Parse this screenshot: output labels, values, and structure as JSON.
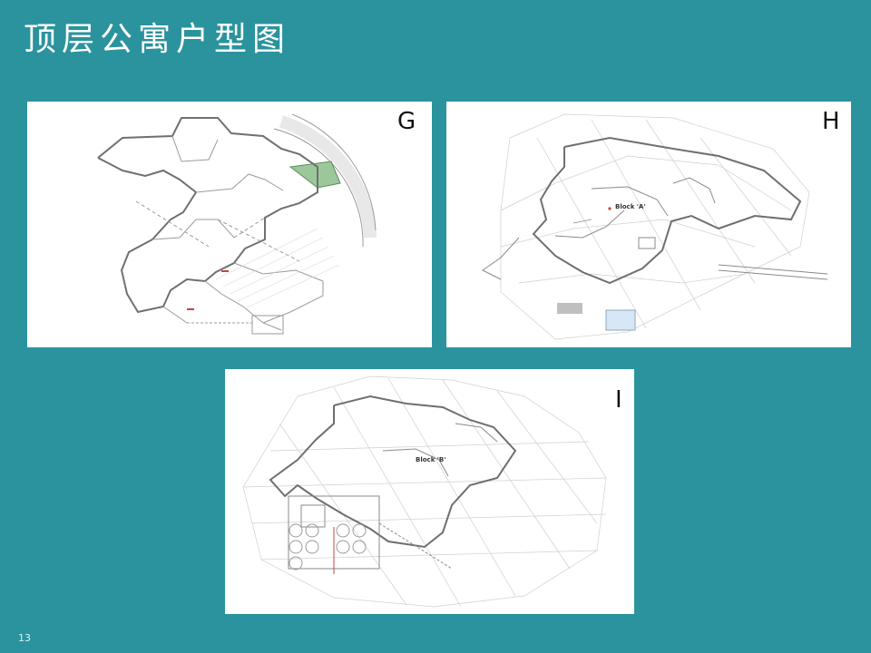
{
  "slide": {
    "title": "顶层公寓户型图",
    "page_number": "13",
    "background": "#2a939d"
  },
  "plans": [
    {
      "label": "G",
      "icon": "floor-plan-image"
    },
    {
      "label": "H",
      "icon": "floor-plan-image",
      "block_text": "Block 'A'"
    },
    {
      "label": "I",
      "icon": "floor-plan-image",
      "block_text": "Block 'B'"
    }
  ]
}
